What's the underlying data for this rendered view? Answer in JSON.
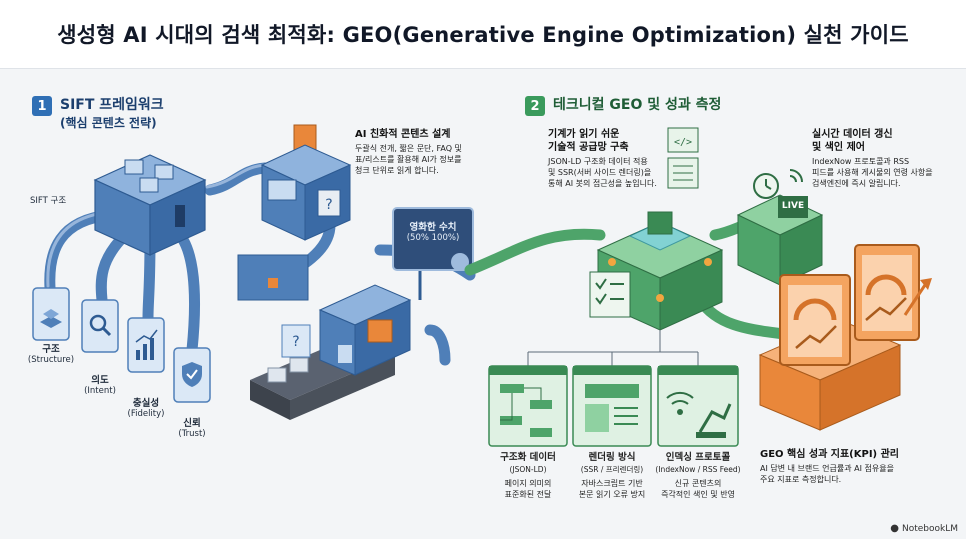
{
  "title": "생성형 AI 시대의 검색 최적화: GEO(Generative Engine Optimization) 실천 가이드",
  "section1": {
    "number": "1",
    "title": "SIFT 프레임워크",
    "subtitle": "(핵심 콘텐츠 전략)",
    "machine_label": "SIFT 구조",
    "pillars": [
      {
        "ko": "구조",
        "en": "(Structure)"
      },
      {
        "ko": "의도",
        "en": "(Intent)"
      },
      {
        "ko": "충실성",
        "en": "(Fidelity)"
      },
      {
        "ko": "신뢰",
        "en": "(Trust)"
      }
    ],
    "content_design": {
      "heading": "AI 친화적 콘텐츠 설계",
      "lines": [
        "두괄식 전개, 짧은 문단, FAQ 및",
        "표/리스트를 활용해 AI가 정보를",
        "청크 단위로 읽게 합니다."
      ]
    },
    "sign": {
      "line1": "영화한 수치",
      "line2": "(50% 100%)"
    }
  },
  "section2": {
    "number": "2",
    "title": "테크니컬 GEO 및 성과 측정",
    "infra": {
      "heading1": "기계가 읽기 쉬운",
      "heading2": "기술적 공급망 구축",
      "lines": [
        "JSON-LD 구조화 데이터 적용",
        "및 SSR(서버 사이드 렌더링)을",
        "통해 AI 봇의 접근성을 높입니다."
      ]
    },
    "realtime": {
      "heading1": "실시간 데이터 갱신",
      "heading2": "및 색인 제어",
      "lines": [
        "IndexNow 프로토콜과 RSS",
        "피드를 사용해 게시물의 연령 사항을",
        "검색엔진에 즉시 알립니다."
      ],
      "live_badge": "LIVE"
    },
    "cards": [
      {
        "title": "구조화 데이터",
        "sub": "(JSON-LD)",
        "desc": [
          "페이지 의미의",
          "표준화된 전달"
        ]
      },
      {
        "title": "렌더링 방식",
        "sub": "(SSR / 프리렌더링)",
        "desc": [
          "자바스크립트 기반",
          "본문 읽기 오류 방지"
        ]
      },
      {
        "title": "인덱싱 프로토콜",
        "sub": "(IndexNow / RSS Feed)",
        "desc": [
          "신규 콘텐츠의",
          "즉각적인 색인 및 반영"
        ]
      }
    ],
    "kpi": {
      "heading": "GEO 핵심 성과 지표(KPI) 관리",
      "lines": [
        "AI 답변 내 브랜드 언급률과 AI 점유율을",
        "주요 지표로 측정합니다."
      ]
    }
  },
  "footer": {
    "brand": "NotebookLM"
  },
  "colors": {
    "blue": "#2f6fb5",
    "green": "#3a9a5c",
    "orange": "#e9873a"
  }
}
